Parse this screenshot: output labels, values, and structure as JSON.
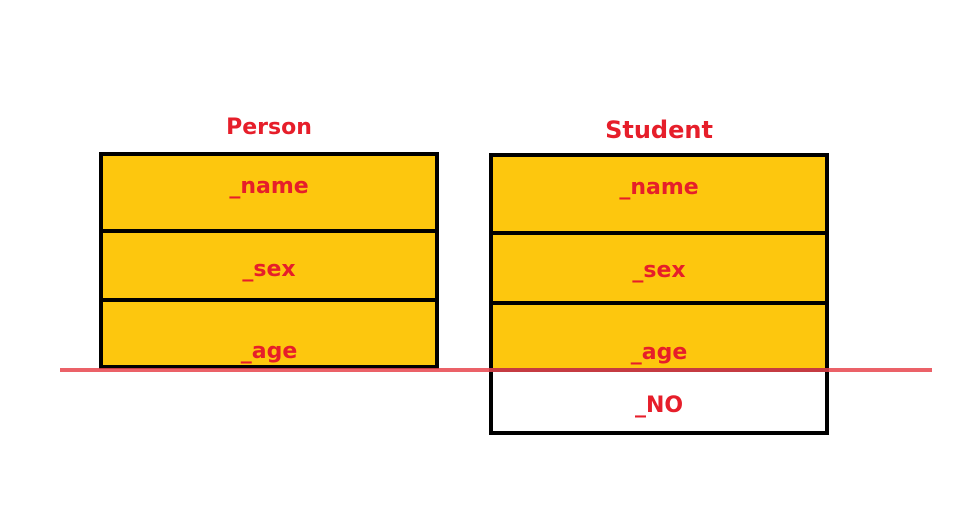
{
  "colors": {
    "accent_text": "#e61e2a",
    "field_fill": "#fdc70e",
    "border": "#000000",
    "cut_line": "#e8454d"
  },
  "diagram": {
    "person": {
      "title": "Person",
      "fields": [
        "_name",
        "_sex",
        "_age"
      ]
    },
    "student": {
      "title": "Student",
      "fields": [
        "_name",
        "_sex",
        "_age",
        "_NO"
      ]
    }
  }
}
